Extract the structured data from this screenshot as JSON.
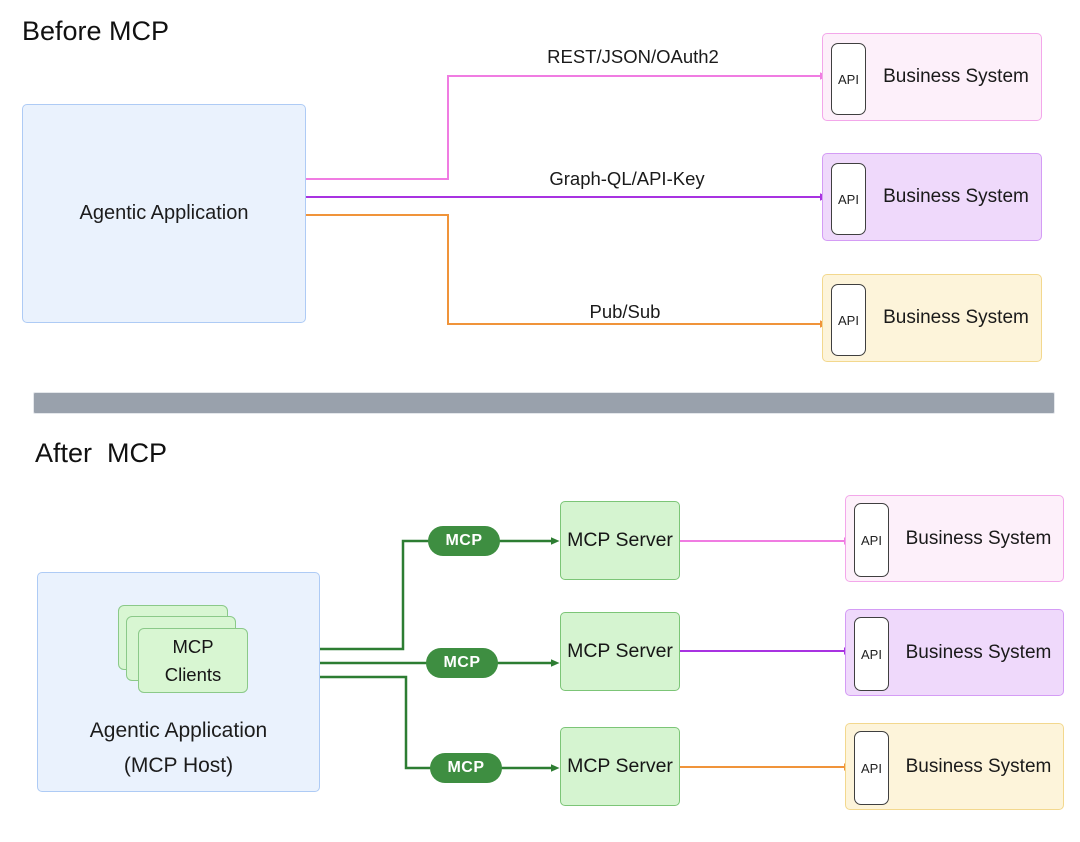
{
  "sections": {
    "before": {
      "title": "Before MCP",
      "app": {
        "label": "Agentic Application"
      },
      "connections": [
        {
          "protocol": "REST/JSON/OAuth2",
          "color": "pink"
        },
        {
          "protocol": "Graph-QL/API-Key",
          "color": "purple"
        },
        {
          "protocol": "Pub/Sub",
          "color": "orange"
        }
      ],
      "business_systems": [
        {
          "api": "API",
          "label": "Business System",
          "theme": "pink"
        },
        {
          "api": "API",
          "label": "Business System",
          "theme": "purple"
        },
        {
          "api": "API",
          "label": "Business System",
          "theme": "yellow"
        }
      ]
    },
    "after": {
      "title": "After  MCP",
      "host": {
        "label": "Agentic Application",
        "sublabel": "(MCP Host)"
      },
      "clients": {
        "line1": "MCP",
        "line2": "Clients"
      },
      "connections": [
        {
          "badge": "MCP"
        },
        {
          "badge": "MCP"
        },
        {
          "badge": "MCP"
        }
      ],
      "servers": [
        {
          "label": "MCP Server"
        },
        {
          "label": "MCP Server"
        },
        {
          "label": "MCP Server"
        }
      ],
      "business_systems": [
        {
          "api": "API",
          "label": "Business System",
          "theme": "pink"
        },
        {
          "api": "API",
          "label": "Business System",
          "theme": "purple"
        },
        {
          "api": "API",
          "label": "Business System",
          "theme": "yellow"
        }
      ]
    }
  },
  "colors": {
    "pink": "#f07ce2",
    "purple": "#a833e1",
    "orange": "#f0943a",
    "green_line": "#2d7d32",
    "pill_green": "#3e8e41",
    "blue_fill": "#eaf2fd",
    "blue_border": "#aecbf5",
    "pink_fill": "#fdf0fa",
    "pink_border": "#f3a7ea",
    "purple_fill": "#efd9fb",
    "purple_border": "#d49cf5",
    "yellow_fill": "#fdf4da",
    "yellow_border": "#f3d88e",
    "server_fill": "#d5f4d0",
    "server_border": "#7cc577",
    "client_fill": "#d8f6d2",
    "client_border": "#8bc989",
    "divider": "#99a1ac"
  }
}
